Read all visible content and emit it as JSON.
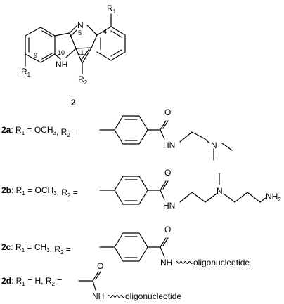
{
  "core": {
    "compound_number": "2",
    "atom_labels": {
      "r1_top": "R1",
      "r1_left": "R1",
      "r2": "R2",
      "n_ring": "N",
      "nh": "NH",
      "pos_4": "4",
      "pos_5": "5",
      "pos_9": "9",
      "pos_10": "10",
      "pos_11": "11"
    }
  },
  "compounds": [
    {
      "id": "2a",
      "r1_value": "OCH3",
      "amide_o": "O",
      "amide_nh": "HN",
      "amine_n": "N"
    },
    {
      "id": "2b",
      "r1_value": "OCH3",
      "amide_o": "O",
      "amide_nh": "HN",
      "amine_n": "N",
      "terminal": "NH2"
    },
    {
      "id": "2c",
      "r1_value": "CH3",
      "amide_o": "O",
      "amide_nh": "NH",
      "tail": "oligonucleotide"
    },
    {
      "id": "2d",
      "r1_value": "H",
      "amide_o": "O",
      "amide_nh": "NH",
      "tail": "oligonucleotide"
    }
  ]
}
